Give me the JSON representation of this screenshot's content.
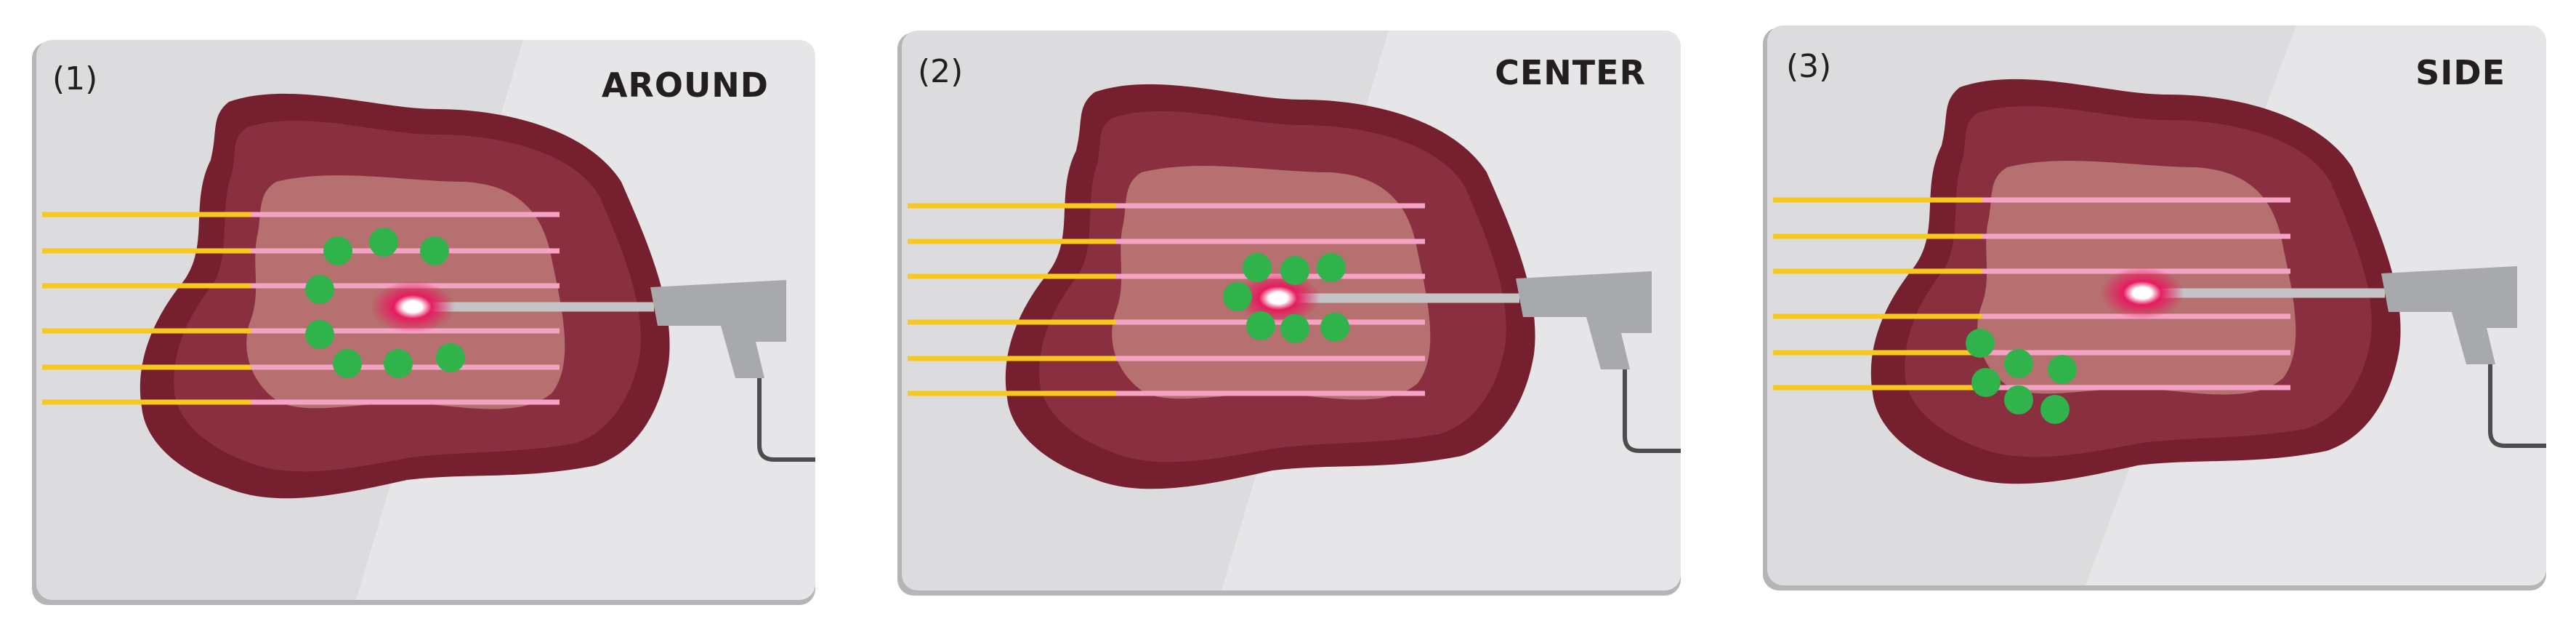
{
  "colors": {
    "background": "#ffffff",
    "panel_fill": "#dcdcde",
    "panel_shadow": "#b5b5b8",
    "panel_stripe": "#e6e6e8",
    "tissue_outer": "#76202f",
    "tissue_mid": "#8a2f40",
    "tissue_inner": "#b5706f",
    "wire_yellow": "#f7c81e",
    "wire_pink": "#f5a3c4",
    "dot_green": "#2fb34a",
    "probe_gray": "#a7a9ac",
    "probe_shaft": "#c4c4c6",
    "cable": "#4d4d4f",
    "glow": "#e8175d",
    "text": "#231f20"
  },
  "panels": [
    {
      "number_label": "(1)",
      "title": "AROUND",
      "dot_pattern": "ring around tip"
    },
    {
      "number_label": "(2)",
      "title": "CENTER",
      "dot_pattern": "cluster at tip"
    },
    {
      "number_label": "(3)",
      "title": "SIDE",
      "dot_pattern": "cluster at lower side"
    }
  ],
  "icons": [
    "probe-icon",
    "tissue-blob-icon",
    "wire-icon",
    "green-dot-icon",
    "glow-tip-icon"
  ]
}
